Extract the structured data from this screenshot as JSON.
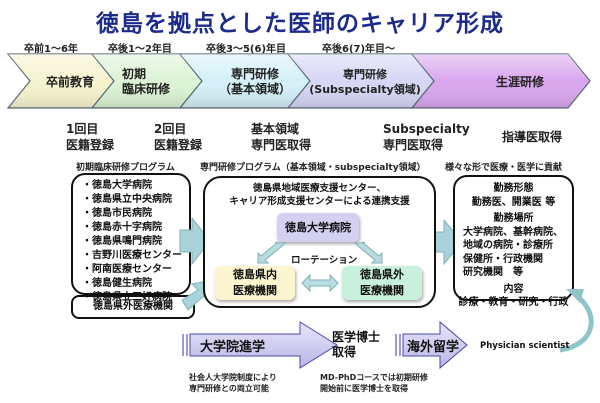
{
  "title": "徳島を拠点とした医師のキャリア形成",
  "timeline": {
    "years": [
      "卒前1～6年",
      "卒後1～2年目",
      "卒後3～5(6)年目",
      "卒後6(7)年目～"
    ],
    "stages": [
      {
        "lines": [
          "卒前教育"
        ],
        "color": "#f7f3cf"
      },
      {
        "lines": [
          "初期",
          "臨床研修"
        ],
        "color": "#dcf3d5"
      },
      {
        "lines": [
          "専門研修",
          "（基本領域）"
        ],
        "color": "#d4f0f8"
      },
      {
        "lines": [
          "専門研修",
          "(Subspecialty領域)"
        ],
        "color": "#d6d6f6"
      },
      {
        "lines": [
          "生涯研修"
        ],
        "color": "#d9a6ee"
      }
    ],
    "milestones": [
      {
        "lines": [
          "1回目",
          "医籍登録"
        ]
      },
      {
        "lines": [
          "2回目",
          "医籍登録"
        ]
      },
      {
        "lines": [
          "基本領域",
          "専門医取得"
        ]
      },
      {
        "lines": [
          "Subspecialty",
          "専門医取得"
        ]
      },
      {
        "lines": [
          "指導医取得"
        ]
      }
    ]
  },
  "initial_program": {
    "title": "初期臨床研修プログラム",
    "hospitals": [
      "・徳島大学病院",
      "・徳島県立中央病院",
      "・徳島市民病院",
      "・徳島赤十字病院",
      "・徳島県鳴門病院",
      "・吉野川医療センター",
      "・阿南医療センター",
      "・徳島健生病院",
      "・徳島県立三好病院"
    ],
    "outside": "徳島県外医療機関"
  },
  "specialty_program": {
    "title": "専門研修プログラム（基本領域・subspecialty領域）",
    "support_line1": "徳島県地域医療支援センター、",
    "support_line2": "キャリア形成支援センターによる連携支援",
    "center": "徳島大学病院",
    "rotation": "ローテーション",
    "inside": [
      "徳島県内",
      "医療機関"
    ],
    "outside": [
      "徳島県外",
      "医療機関"
    ],
    "colors": {
      "center": "#d3d0f2",
      "inside": "#fbf6cf",
      "outside": "#c8f0dc"
    }
  },
  "contribution": {
    "title": "様々な形で医療・医学に貢献",
    "work_style_label": "勤務形態",
    "work_style": "勤務医、開業医 等",
    "workplace_label": "勤務場所",
    "workplace": [
      "大学病院、基幹病院、",
      "地域の病院・診療所",
      "保健所・行政機関",
      "研究機関　等"
    ],
    "content_label": "内容",
    "content": "診療・教育・研究・行政"
  },
  "bottom": {
    "grad_school": "大学院進学",
    "grad_note": [
      "社会人大学院制度により",
      "専門研修との両立可能"
    ],
    "phd": [
      "医学博士",
      "取得"
    ],
    "phd_note": [
      "MD-PhDコースでは初期研修",
      "開始前に医学博士を取得"
    ],
    "abroad": "海外留学",
    "scientist": "Physician scientist"
  }
}
